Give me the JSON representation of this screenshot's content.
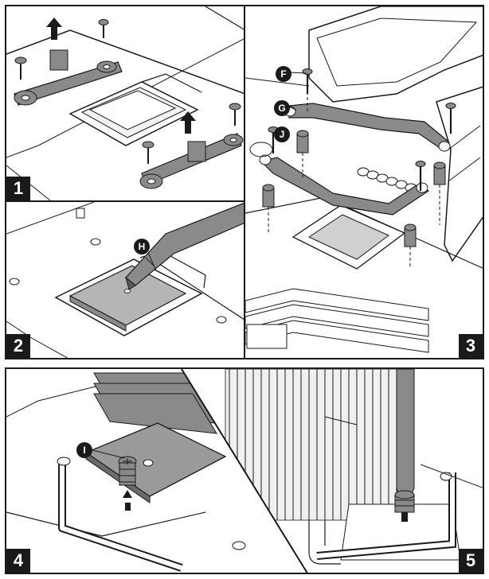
{
  "steps": [
    {
      "number": "1"
    },
    {
      "number": "2"
    },
    {
      "number": "3"
    },
    {
      "number": "4"
    },
    {
      "number": "5"
    }
  ],
  "callouts": {
    "F": "F",
    "G": "G",
    "H": "H",
    "I": "I",
    "J": "J"
  },
  "colors": {
    "ink": "#1a1a1a",
    "part_gray": "#8a8a8a",
    "light_gray": "#d0d0d0",
    "paper": "#ffffff"
  }
}
